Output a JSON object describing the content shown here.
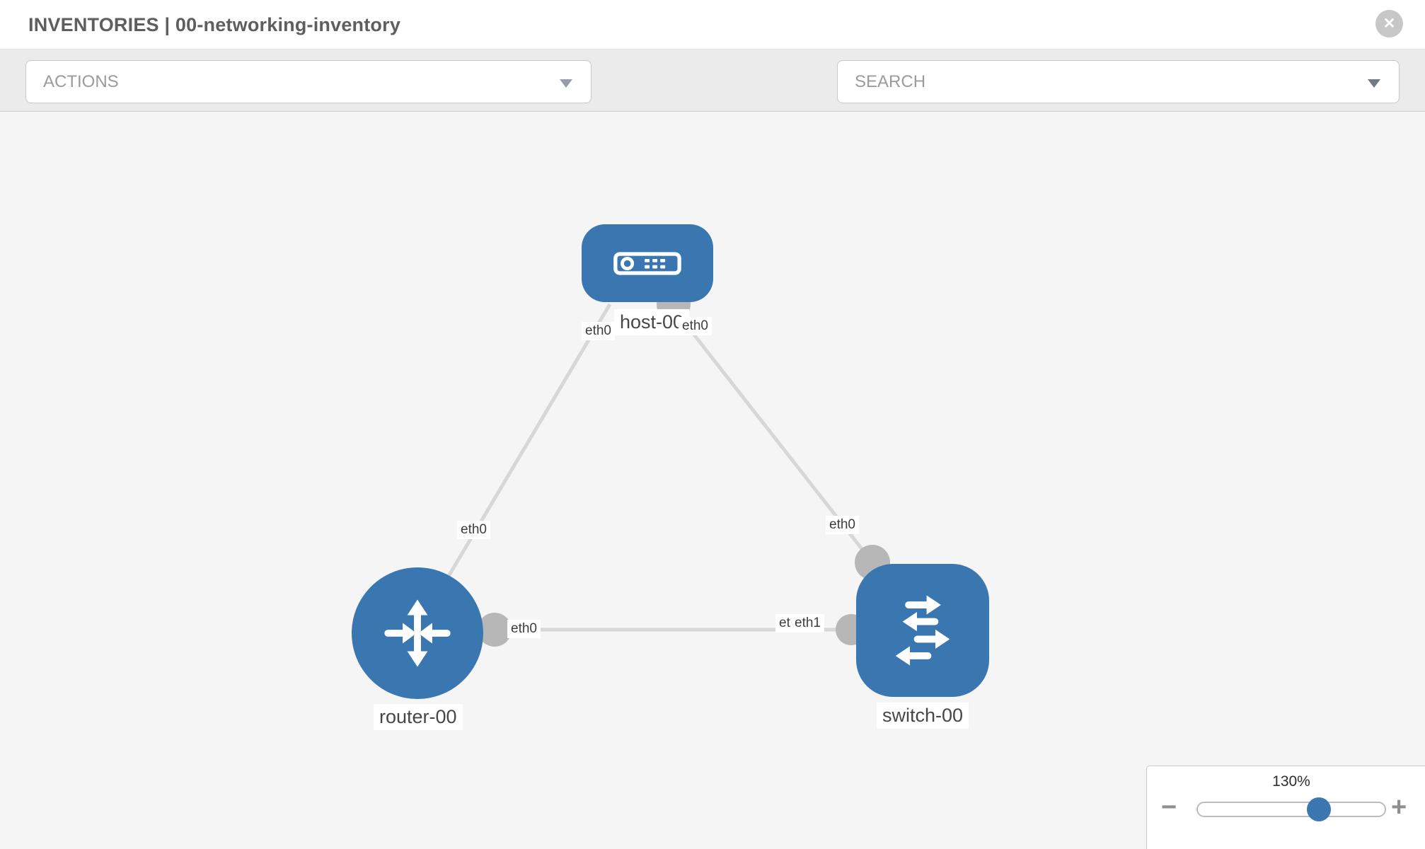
{
  "header": {
    "title": "INVENTORIES | 00-networking-inventory",
    "close_glyph": "✕"
  },
  "toolbar": {
    "actions_dropdown": {
      "value": "ACTIONS"
    },
    "search_dropdown": {
      "placeholder": "SEARCH"
    },
    "icons": [
      {
        "name": "wrench-icon"
      },
      {
        "name": "key-icon"
      }
    ]
  },
  "colors": {
    "node_blue": "#3a77b0",
    "link_gray": "#d7d7d7",
    "connector_gray": "#b7b7b7",
    "canvas_bg": "#f5f5f5",
    "toolbar_bg": "#ebebeb"
  },
  "topology": {
    "nodes": [
      {
        "id": "host-00",
        "type": "host",
        "label": "host-00"
      },
      {
        "id": "router-00",
        "type": "router",
        "label": "router-00"
      },
      {
        "id": "switch-00",
        "type": "switch",
        "label": "switch-00"
      }
    ],
    "links": [
      {
        "from": "host-00",
        "to": "router-00"
      },
      {
        "from": "host-00",
        "to": "switch-00"
      },
      {
        "from": "router-00",
        "to": "switch-00"
      }
    ],
    "interface_labels": [
      {
        "text": "eth0",
        "at": "host-side-of-router-link"
      },
      {
        "text": "eth0",
        "at": "host-side-of-switch-link"
      },
      {
        "text": "eth0",
        "at": "router-side-of-host-link"
      },
      {
        "text": "eth0",
        "at": "switch-side-of-host-link"
      },
      {
        "text": "eth0",
        "at": "router-side-of-switch-link"
      },
      {
        "text": "eth0",
        "at": "switch-side-of-router-link-under"
      },
      {
        "text": "eth1",
        "at": "switch-side-of-router-link"
      }
    ]
  },
  "zoom_control": {
    "value": "130%",
    "minus_glyph": "−",
    "plus_glyph": "+"
  }
}
